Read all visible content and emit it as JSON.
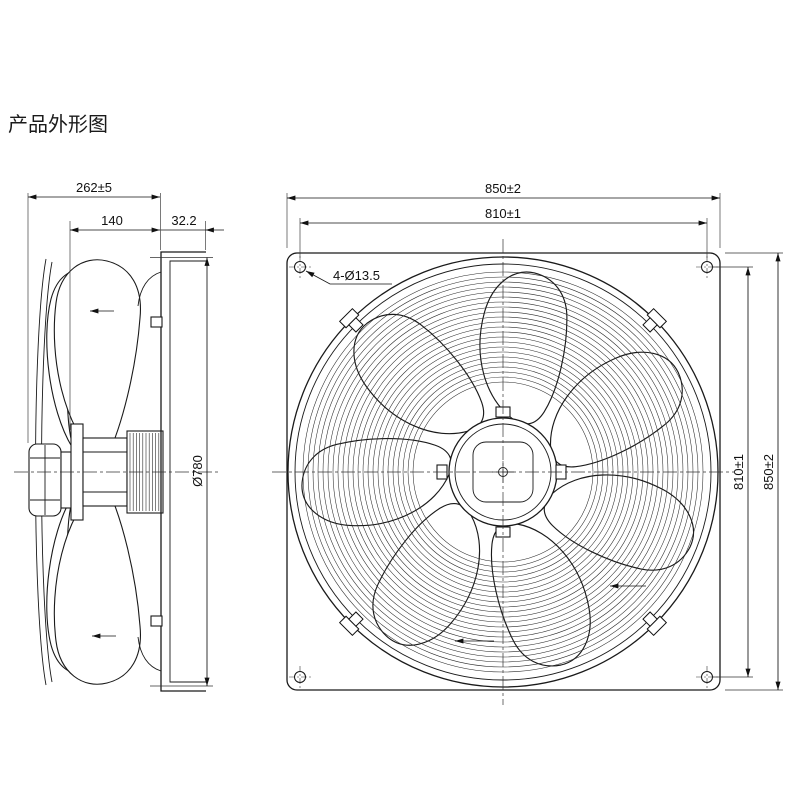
{
  "title": "产品外形图",
  "colors": {
    "line": "#1a1a1a",
    "background": "#ffffff"
  },
  "side_view": {
    "dim_total_depth": "262±5",
    "dim_impeller_to_plate": "140",
    "dim_plate_depth": "32.2",
    "dim_impeller_diameter": "Ø780"
  },
  "front_view": {
    "dim_plate_width_top": "850±2",
    "dim_hole_spacing_top": "810±1",
    "dim_mounting_holes": "4-Ø13.5",
    "dim_hole_spacing_right": "810±1",
    "dim_plate_height_right": "850±2"
  }
}
